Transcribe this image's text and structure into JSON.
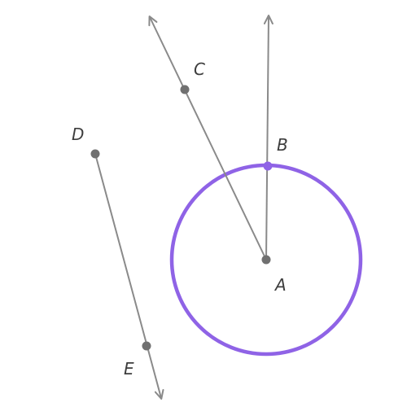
{
  "diagram": {
    "points": {
      "A": {
        "label": "A"
      },
      "B": {
        "label": "B"
      },
      "C": {
        "label": "C"
      },
      "D": {
        "label": "D"
      },
      "E": {
        "label": "E"
      }
    },
    "circle_center": "A",
    "circle_through": "B",
    "rays": [
      "AC",
      "AB",
      "DE"
    ],
    "colors": {
      "circle": "#8f63e6",
      "lines": "#8a8a8a",
      "points": "#707070",
      "labels": "#3d3d3d"
    }
  }
}
